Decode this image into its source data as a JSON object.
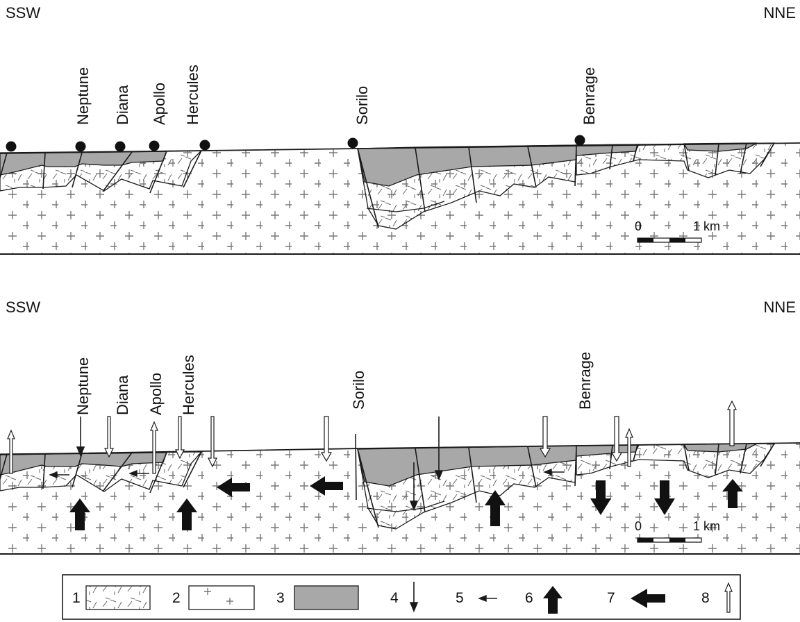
{
  "panel1": {
    "left_dir": "SSW",
    "right_dir": "NNE",
    "sites": [
      "Neptune",
      "Diana",
      "Apollo",
      "Hercules",
      "Sorilo",
      "Benrage"
    ],
    "scale_zero": "0",
    "scale_km": "1 km"
  },
  "panel2": {
    "left_dir": "SSW",
    "right_dir": "NNE",
    "sites": [
      "Neptune",
      "Diana",
      "Apollo",
      "Hercules",
      "Sorilo",
      "Benrage"
    ],
    "scale_zero": "0",
    "scale_km": "1 km"
  },
  "legend": [
    {
      "num": "1",
      "symbol": "dashed-hatch-box"
    },
    {
      "num": "2",
      "symbol": "plus-pattern-box"
    },
    {
      "num": "3",
      "symbol": "gray-fill-box"
    },
    {
      "num": "4",
      "symbol": "thin-down-arrow-icon"
    },
    {
      "num": "5",
      "symbol": "thin-left-arrow-icon"
    },
    {
      "num": "6",
      "symbol": "bold-up-arrow-icon"
    },
    {
      "num": "7",
      "symbol": "bold-left-arrow-icon"
    },
    {
      "num": "8",
      "symbol": "hollow-up-arrow-icon"
    }
  ],
  "colors": {
    "line": "#1a1a1a",
    "basin_fill": "#a8a8a8",
    "background": "#ffffff"
  }
}
